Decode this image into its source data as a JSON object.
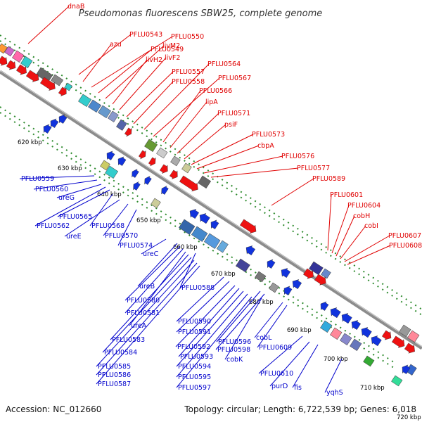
{
  "header": {
    "title": "Pseudomonas fluorescens SBW25, complete genome"
  },
  "footer": {
    "accession": "Accession: NC_012660",
    "summary": "Topology: circular; Length: 6,722,539 bp; Genes: 6,018"
  },
  "colors": {
    "forward": "#ee1111",
    "reverse": "#1133dd",
    "backbone": "#8c8c8c",
    "dots": "#2e8b2e"
  },
  "ticks": [
    "620 kbp",
    "630 kbp",
    "640 kbp",
    "650 kbp",
    "660 kbp",
    "670 kbp",
    "680 kbp",
    "690 kbp",
    "700 kbp",
    "710 kbp",
    "720 kbp"
  ],
  "forward_labels": [
    "dnaB",
    "PFLU0543",
    "azu",
    "PFLU0550",
    "PFLU0549",
    "livM2",
    "livH2",
    "livF2",
    "PFLU0557",
    "PFLU0558",
    "PFLU0564",
    "PFLU0567",
    "PFLU0566",
    "lipA",
    "PFLU0571",
    "psiF",
    "PFLU0573",
    "cbpA",
    "PFLU0576",
    "PFLU0577",
    "PFLU0589",
    "PFLU0601",
    "PFLU0604",
    "cobH",
    "cobI",
    "PFLU0607",
    "PFLU0608"
  ],
  "reverse_labels": [
    "PFLU0559",
    "PFLU0560",
    "ureG",
    "PFLU0565",
    "PFLU0562",
    "PFLU0568",
    "ureE",
    "PFLU0570",
    "PFLU0574",
    "ureC",
    "ureB",
    "PFLU0588",
    "PFLU0580",
    "PFLU0581",
    "ureA",
    "PFLU0590",
    "PFLU0591",
    "PFLU0583",
    "PFLU0592",
    "PFLU0584",
    "PFLU0593",
    "PFLU0596",
    "PFLU0598",
    "PFLU0585",
    "PFLU0586",
    "PFLU0594",
    "PFLU0587",
    "PFLU0595",
    "PFLU0597",
    "cobL",
    "PFLU0609",
    "cobK",
    "PFLU0610",
    "purD",
    "fis",
    "yqhS"
  ]
}
